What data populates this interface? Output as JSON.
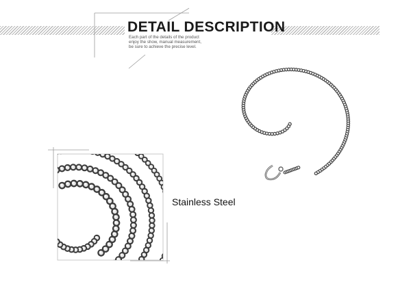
{
  "header": {
    "title": "DETAIL DESCRIPTION",
    "subtitle_lines": [
      "Each part of the details of the product",
      "enjoy the show, manual measurement,",
      "be sure to achieve the precise level."
    ]
  },
  "detail": {
    "caption": "Stainless Steel"
  },
  "colors": {
    "chain_dark": "#3d3d3d",
    "chain_mid": "#8a8a8a",
    "chain_light": "#e8e8e8",
    "frame": "#9a9a9a"
  }
}
